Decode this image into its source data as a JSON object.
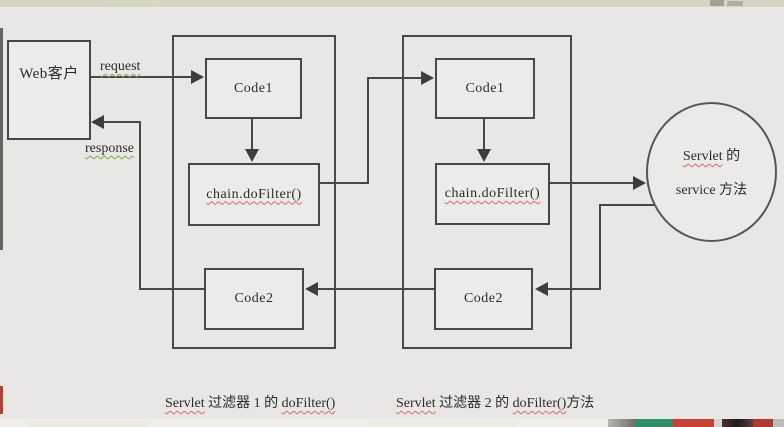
{
  "diagram": {
    "client": {
      "label": "Web客户"
    },
    "flow_labels": {
      "request": "request",
      "response": "response"
    },
    "filter1": {
      "code1": "Code1",
      "chain": "chain.doFilter()",
      "code2": "Code2"
    },
    "filter2": {
      "code1": "Code1",
      "chain": "chain.doFilter()",
      "code2": "Code2"
    },
    "servlet": {
      "line1_word": "Servlet",
      "line1_rest": " 的",
      "line2": "service 方法"
    },
    "captions": {
      "filter1": {
        "pre": "Servlet",
        "mid": " 过滤器 1 的 ",
        "code": "doFilter()",
        "post": ""
      },
      "filter2": {
        "pre": "Servlet",
        "mid": " 过滤器 2 的 ",
        "code": "doFilter()",
        "post": "方法"
      }
    }
  },
  "colors": {
    "background": "#e8e7e5",
    "line": "#474747",
    "box_fill": "#ebebe9",
    "squiggle_red": "#d96a5f",
    "squiggle_green": "#79a74a",
    "top_band": "#d7d4c6",
    "left_strip_dark": "#66655f",
    "left_strip_red": "#c23b32",
    "bottom_teal": "#2e8e66",
    "bottom_red": "#c94236",
    "bottom_dark": "#38292a"
  }
}
